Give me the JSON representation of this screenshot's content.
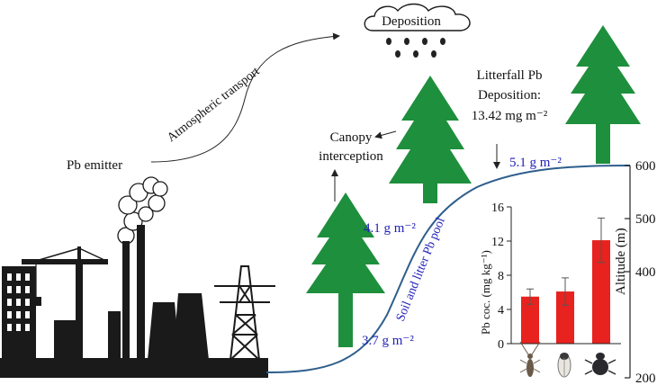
{
  "labels": {
    "deposition_cloud": "Deposition",
    "atmospheric_transport": "Atmospheric transport",
    "pb_emitter": "Pb emitter",
    "canopy_line1": "Canopy",
    "canopy_line2": "interception",
    "litterfall_line1": "Litterfall Pb",
    "litterfall_line2": "Deposition:",
    "litterfall_line3": "13.42 mg m⁻²",
    "pool_label": "Soil and litter Pb pool",
    "value_low": "3.7 g m⁻²",
    "value_mid": "4.1 g m⁻²",
    "value_high": "5.1 g m⁻²"
  },
  "altitude_axis": {
    "label": "Altitude (m)",
    "ticks": [
      "200",
      "400",
      "500",
      "600"
    ]
  },
  "chart_data": {
    "type": "bar",
    "categories": [
      "",
      "",
      ""
    ],
    "values": [
      5.5,
      6.1,
      12.1
    ],
    "errors": [
      0.9,
      1.6,
      2.6
    ],
    "ylabel": "Pb coc. (mg kg⁻¹)",
    "yticks": [
      "0",
      "4",
      "8",
      "12",
      "16"
    ],
    "ylim": [
      0,
      16
    ],
    "bar_color": "#e8221e",
    "category_icons": [
      "longhorn-beetle-icon",
      "cicada-icon",
      "dung-beetle-icon"
    ]
  },
  "colors": {
    "curve": "#2e5e8c",
    "tree": "#1e8f3c",
    "text_blue": "#1f1fb8",
    "silhouette": "#1a1a1a"
  }
}
